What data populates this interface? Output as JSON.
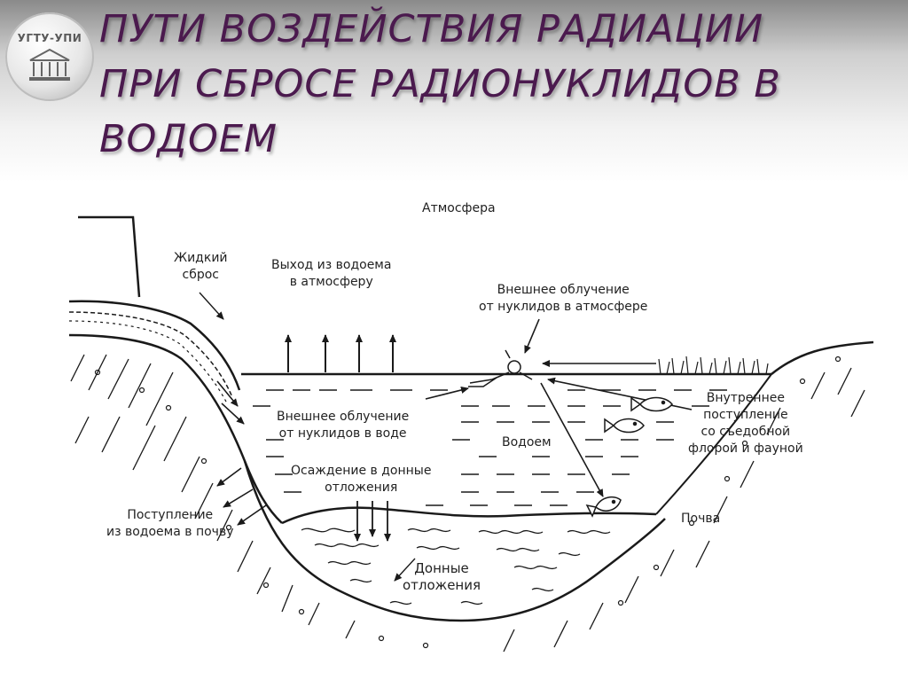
{
  "title": {
    "line1": "ПУТИ ВОЗДЕЙСТВИЯ РАДИАЦИИ",
    "line2": "ПРИ СБРОСЕ РАДИОНУКЛИДОВ В",
    "line3": "ВОДОЕМ"
  },
  "logo": {
    "text": "УГТУ-УПИ"
  },
  "labels": {
    "atmosphere": "Атмосфера",
    "liquid_discharge": [
      "Жидкий",
      "сброс"
    ],
    "exit_to_atmosphere": [
      "Выход из водоема",
      "в атмосферу"
    ],
    "external_irradiation_air": [
      "Внешнее облучение",
      "от нуклидов в атмосфере"
    ],
    "external_irradiation_water": [
      "Внешнее облучение",
      "от нуклидов в воде"
    ],
    "reservoir": "Водоем",
    "internal_intake": [
      "Внутреннее",
      "поступление",
      "со съедобной",
      "флорой и фауной"
    ],
    "sedimentation": [
      "Осаждение в донные",
      "отложения"
    ],
    "soil_intake": [
      "Поступление",
      "из водоема в почву"
    ],
    "soil": "Почва",
    "bottom_sediments": [
      "Донные",
      "отложения"
    ]
  },
  "colors": {
    "title": "#4b1a4e",
    "line": "#1a1a1a",
    "band_top": "#8a8a8a"
  }
}
